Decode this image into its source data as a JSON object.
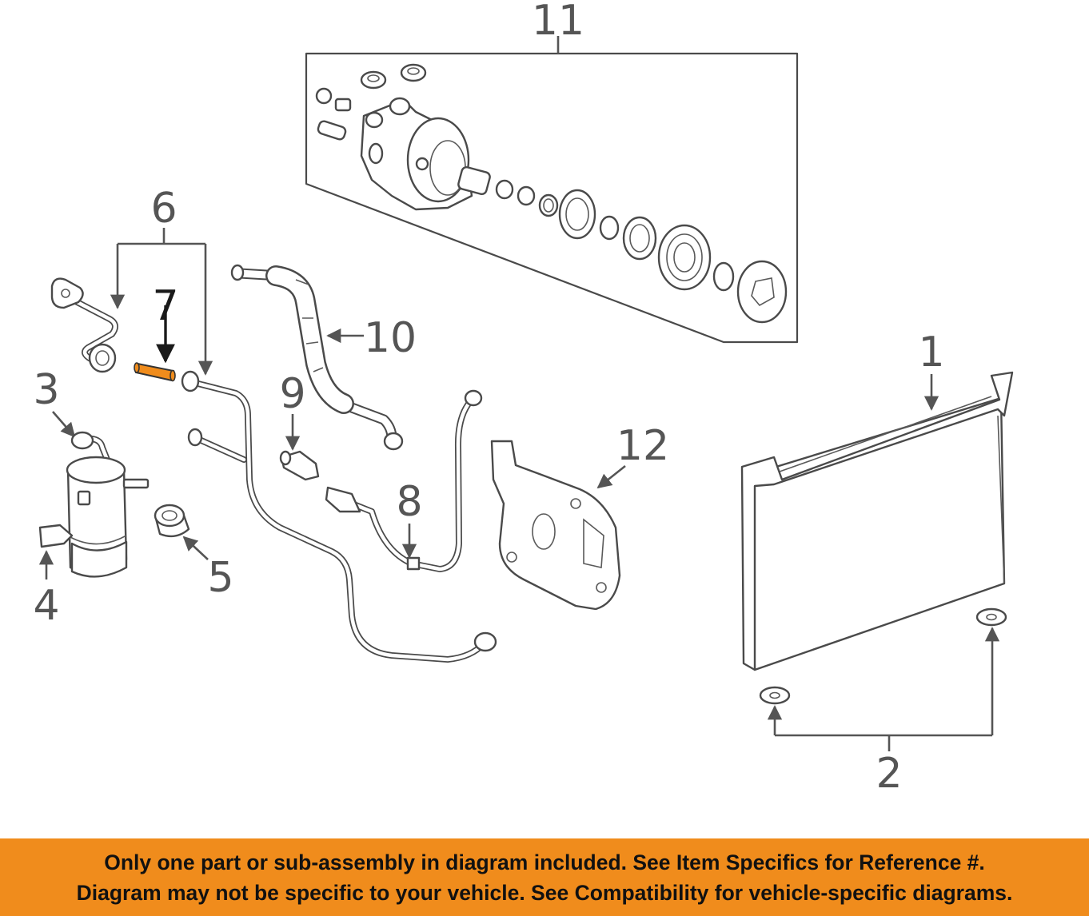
{
  "diagram": {
    "callouts": {
      "c1": "1",
      "c2": "2",
      "c3": "3",
      "c4": "4",
      "c5": "5",
      "c6": "6",
      "c7": "7",
      "c8": "8",
      "c9": "9",
      "c10": "10",
      "c11": "11",
      "c12": "12"
    },
    "highlighted_part": "7",
    "highlight_color": "#f08c1c"
  },
  "banner": {
    "line1": "Only one part or sub-assembly in diagram included. See Item Specifics for Reference #.",
    "line2": "Diagram may not be specific to your vehicle. See Compatibility for vehicle-specific diagrams.",
    "background": "#f08c1c"
  }
}
